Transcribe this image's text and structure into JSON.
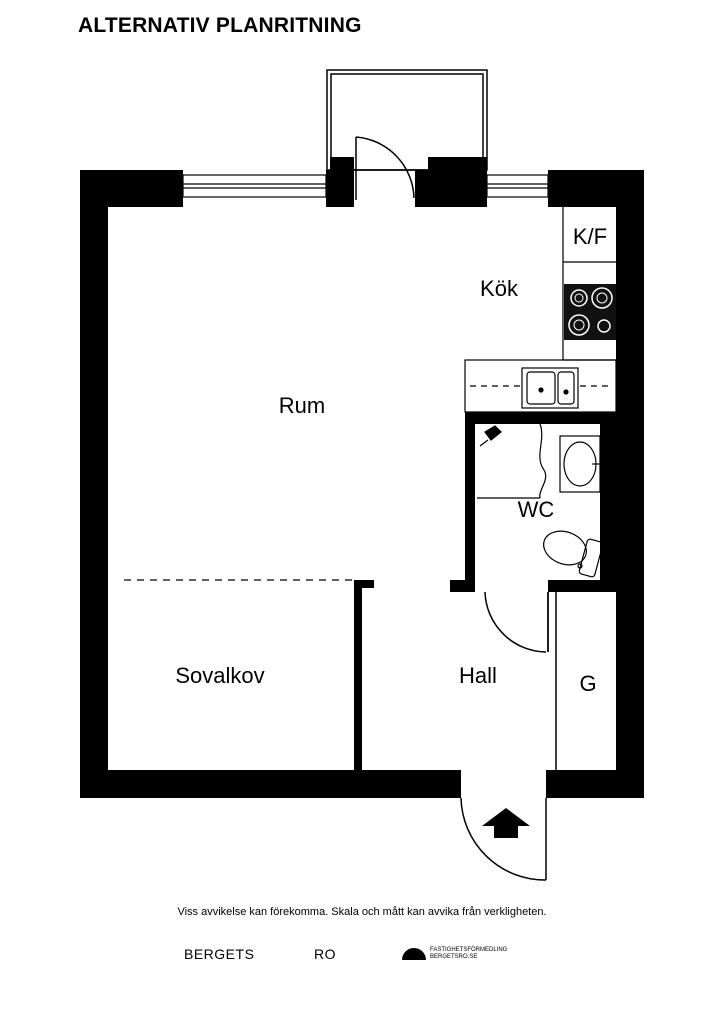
{
  "title": "ALTERNATIV PLANRITNING",
  "rooms": {
    "rum": "Rum",
    "kok": "Kök",
    "kf": "K/F",
    "wc": "WC",
    "sovalkov": "Sovalkov",
    "hall": "Hall",
    "g": "G"
  },
  "footer": {
    "disclaimer": "Viss avvikelse kan förekomma. Skala och mått kan avvika från verkligheten.",
    "brand_left": "BERGETS",
    "brand_mid": "RO",
    "brand_line1": "FASTIGHETSFÖRMEDLING",
    "brand_line2": "BERGETSRO.SE"
  },
  "icons": [
    "entrance-arrow-icon",
    "stove-icon",
    "sink-icon",
    "toilet-icon",
    "washbasin-icon",
    "shower-icon",
    "logo-icon"
  ]
}
